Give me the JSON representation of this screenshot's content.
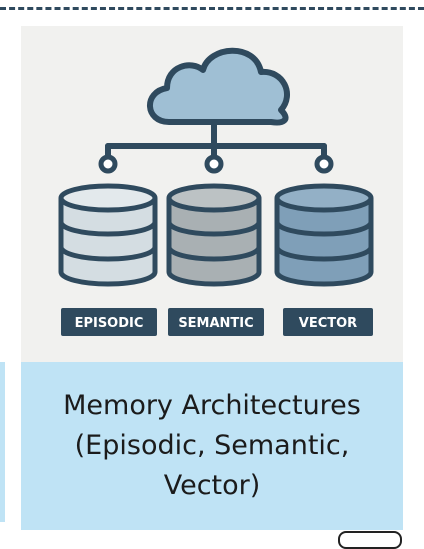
{
  "diagram": {
    "labels": {
      "episodic": "EPISODIC",
      "semantic": "SEMANTIC",
      "vector": "VECTOR"
    },
    "caption": {
      "line1": "Memory Architectures",
      "line2": "(Episodic, Semantic,",
      "line3": "Vector)"
    },
    "colors": {
      "cloud": "#9fbfd4",
      "outline": "#2f4a5e",
      "episodic_db": "#d4dde2",
      "semantic_db": "#a9b0b3",
      "vector_db": "#7f9fb8",
      "label_bg": "#2f4a5e",
      "caption_bg": "#bfe3f5",
      "card_bg": "#f1f1ef"
    }
  }
}
